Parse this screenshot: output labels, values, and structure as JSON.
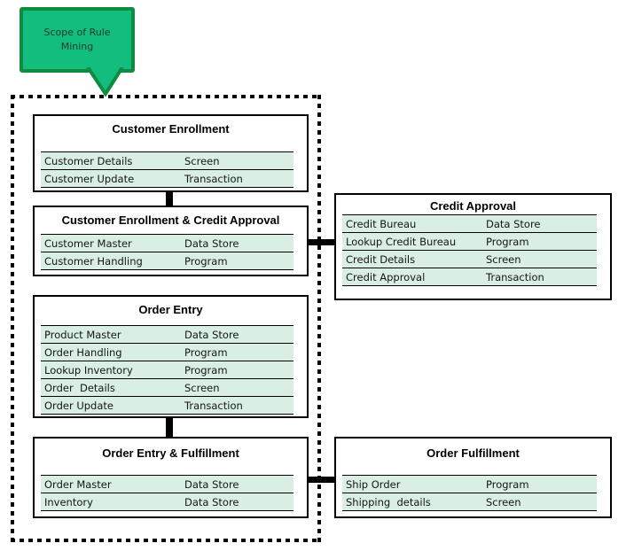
{
  "callout": {
    "text": "Scope of Rule Mining",
    "fill_color": "#12bd7e",
    "border_color": "#0e8c3f"
  },
  "colors": {
    "row_background": "#d9efe4",
    "line_color": "#000000",
    "panel_background": "#ffffff"
  },
  "boxes": [
    {
      "title": "Customer Enrollment",
      "rows": [
        {
          "name": "Customer Details",
          "type": "Screen"
        },
        {
          "name": "Customer Update",
          "type": "Transaction"
        }
      ]
    },
    {
      "title": "Customer Enrollment & Credit Approval",
      "rows": [
        {
          "name": "Customer Master",
          "type": "Data Store"
        },
        {
          "name": "Customer Handling",
          "type": "Program"
        }
      ]
    },
    {
      "title": "Order Entry",
      "rows": [
        {
          "name": "Product Master",
          "type": "Data Store"
        },
        {
          "name": "Order Handling",
          "type": "Program"
        },
        {
          "name": "Lookup Inventory",
          "type": "Program"
        },
        {
          "name": "Order  Details",
          "type": "Screen"
        },
        {
          "name": "Order Update",
          "type": "Transaction"
        }
      ]
    },
    {
      "title": "Order Entry & Fulfillment",
      "rows": [
        {
          "name": "Order Master",
          "type": "Data Store"
        },
        {
          "name": "Inventory",
          "type": "Data Store"
        }
      ]
    },
    {
      "title": "Credit Approval",
      "rows": [
        {
          "name": "Credit Bureau",
          "type": "Data Store"
        },
        {
          "name": "Lookup Credit Bureau",
          "type": "Program"
        },
        {
          "name": "Credit Details",
          "type": "Screen"
        },
        {
          "name": "Credit Approval",
          "type": "Transaction"
        }
      ]
    },
    {
      "title": "Order Fulfillment",
      "rows": [
        {
          "name": "Ship Order",
          "type": "Program"
        },
        {
          "name": "Shipping  details",
          "type": "Screen"
        }
      ]
    }
  ]
}
